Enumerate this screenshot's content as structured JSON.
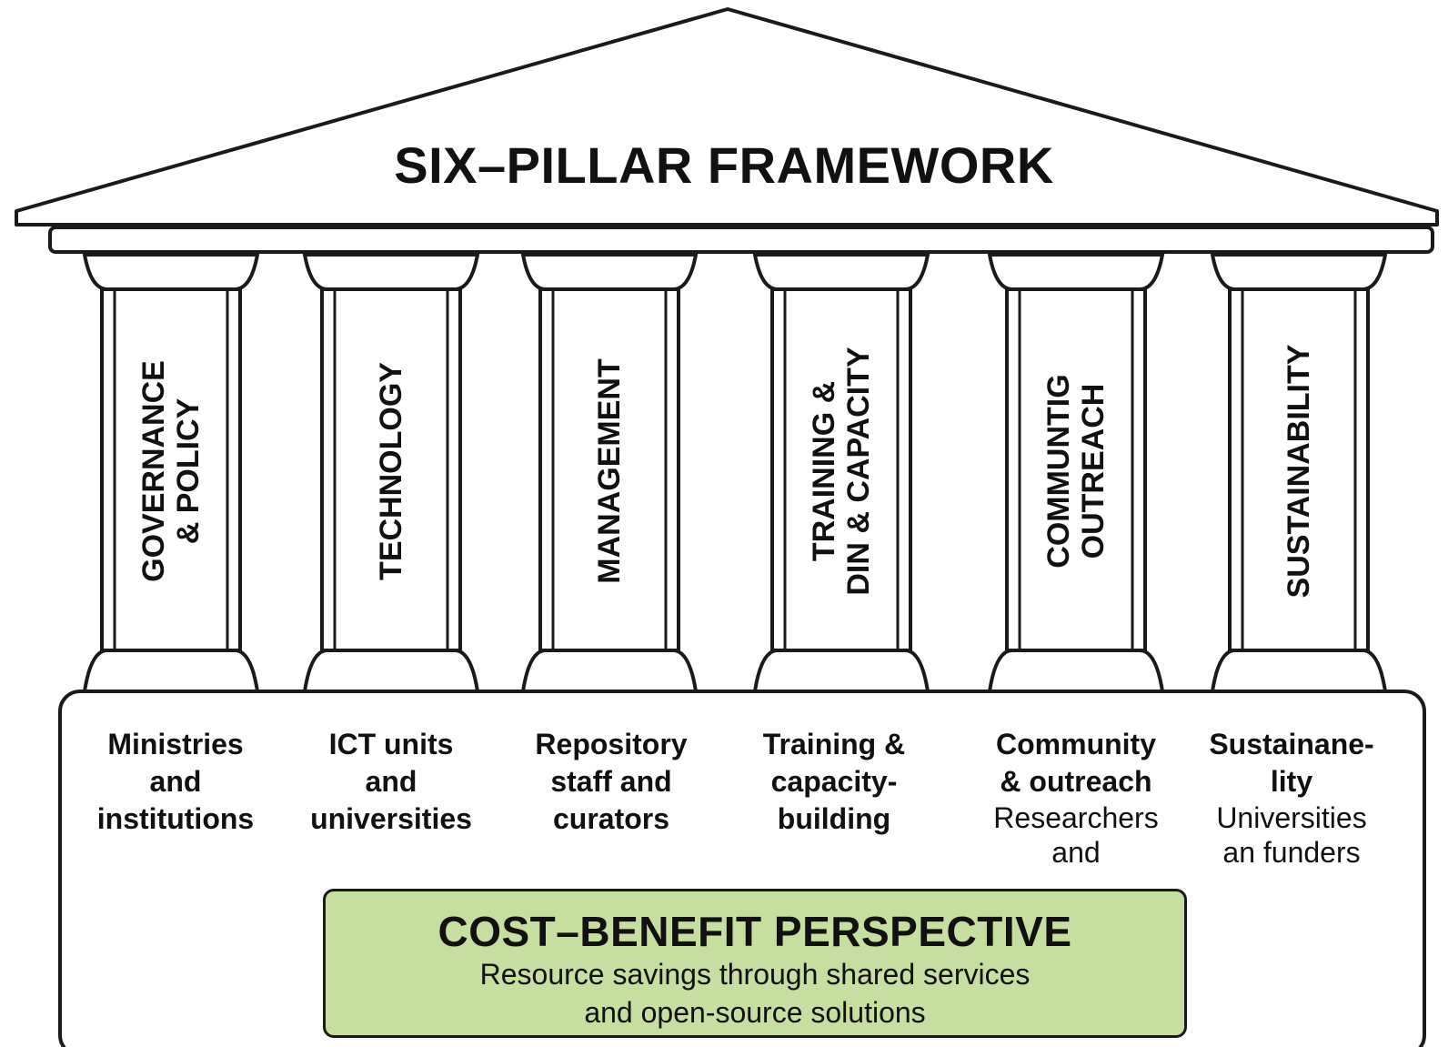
{
  "title": "SIX–PILLAR FRAMEWORK",
  "pillars": [
    {
      "lines": [
        "GOVERNANCE",
        "& POLICY"
      ],
      "icon": "pillar-icon"
    },
    {
      "lines": [
        "TECHNOLOGY"
      ],
      "icon": "pillar-icon"
    },
    {
      "lines": [
        "MANAGEMENT"
      ],
      "icon": "pillar-icon"
    },
    {
      "lines": [
        "TRAINING &",
        "DIN & CAPACITY"
      ],
      "icon": "pillar-icon"
    },
    {
      "lines": [
        "COMMUNTIG",
        "OUTREACH"
      ],
      "icon": "pillar-icon"
    },
    {
      "lines": [
        "SUSTAINABILITY"
      ],
      "icon": "pillar-icon"
    }
  ],
  "stakeholders": [
    {
      "strong": [
        "Ministries",
        "and",
        "institutions"
      ],
      "normal": []
    },
    {
      "strong": [
        "ICT units",
        "and",
        "universities"
      ],
      "normal": []
    },
    {
      "strong": [
        "Repository",
        "staff and",
        "curators"
      ],
      "normal": []
    },
    {
      "strong": [
        "Training &",
        "capacity-",
        "building"
      ],
      "normal": []
    },
    {
      "strong": [
        "Community",
        "& outreach"
      ],
      "normal": [
        "Researchers",
        "and"
      ]
    },
    {
      "strong": [
        "Sustainane-",
        "lity"
      ],
      "normal": [
        "Universities",
        "an funders"
      ]
    }
  ],
  "cost_benefit": {
    "title": "COST–BENEFIT PERSPECTIVE",
    "lines": [
      "Resource savings through shared services",
      "and open-source solutions"
    ]
  },
  "colors": {
    "outline": "#1a1a1a",
    "cost_benefit_fill": "#c6dea0",
    "background": "#ffffff"
  }
}
